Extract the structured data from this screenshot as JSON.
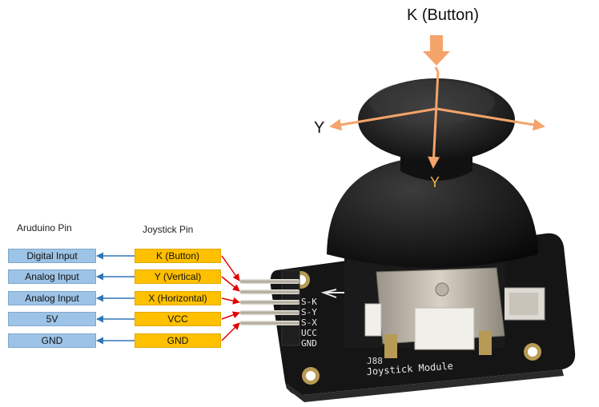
{
  "headers": {
    "arduino": "Aruduino Pin",
    "joystick": "Joystick Pin"
  },
  "rows": [
    {
      "arduino": "Digital Input",
      "joystick": "K (Button)"
    },
    {
      "arduino": "Analog Input",
      "joystick": "Y (Vertical)"
    },
    {
      "arduino": "Analog Input",
      "joystick": "X (Horizontal)"
    },
    {
      "arduino": "5V",
      "joystick": "VCC"
    },
    {
      "arduino": "GND",
      "joystick": "GND"
    }
  ],
  "axis_labels": {
    "button": "K (Button)",
    "left": "Y",
    "bottom": "Y"
  },
  "board": {
    "pin_labels": [
      "S-K",
      "S-Y",
      "S-X",
      "UCC",
      "GND"
    ],
    "name": "Joystick Module",
    "part": "J88"
  },
  "colors": {
    "arduino_box": "#9dc3e6",
    "joystick_box": "#ffc000",
    "blue_arrow": "#2e75b6",
    "red_arrow": "#e00000",
    "axis_arrow": "#f4a46a",
    "board": "#151515"
  }
}
